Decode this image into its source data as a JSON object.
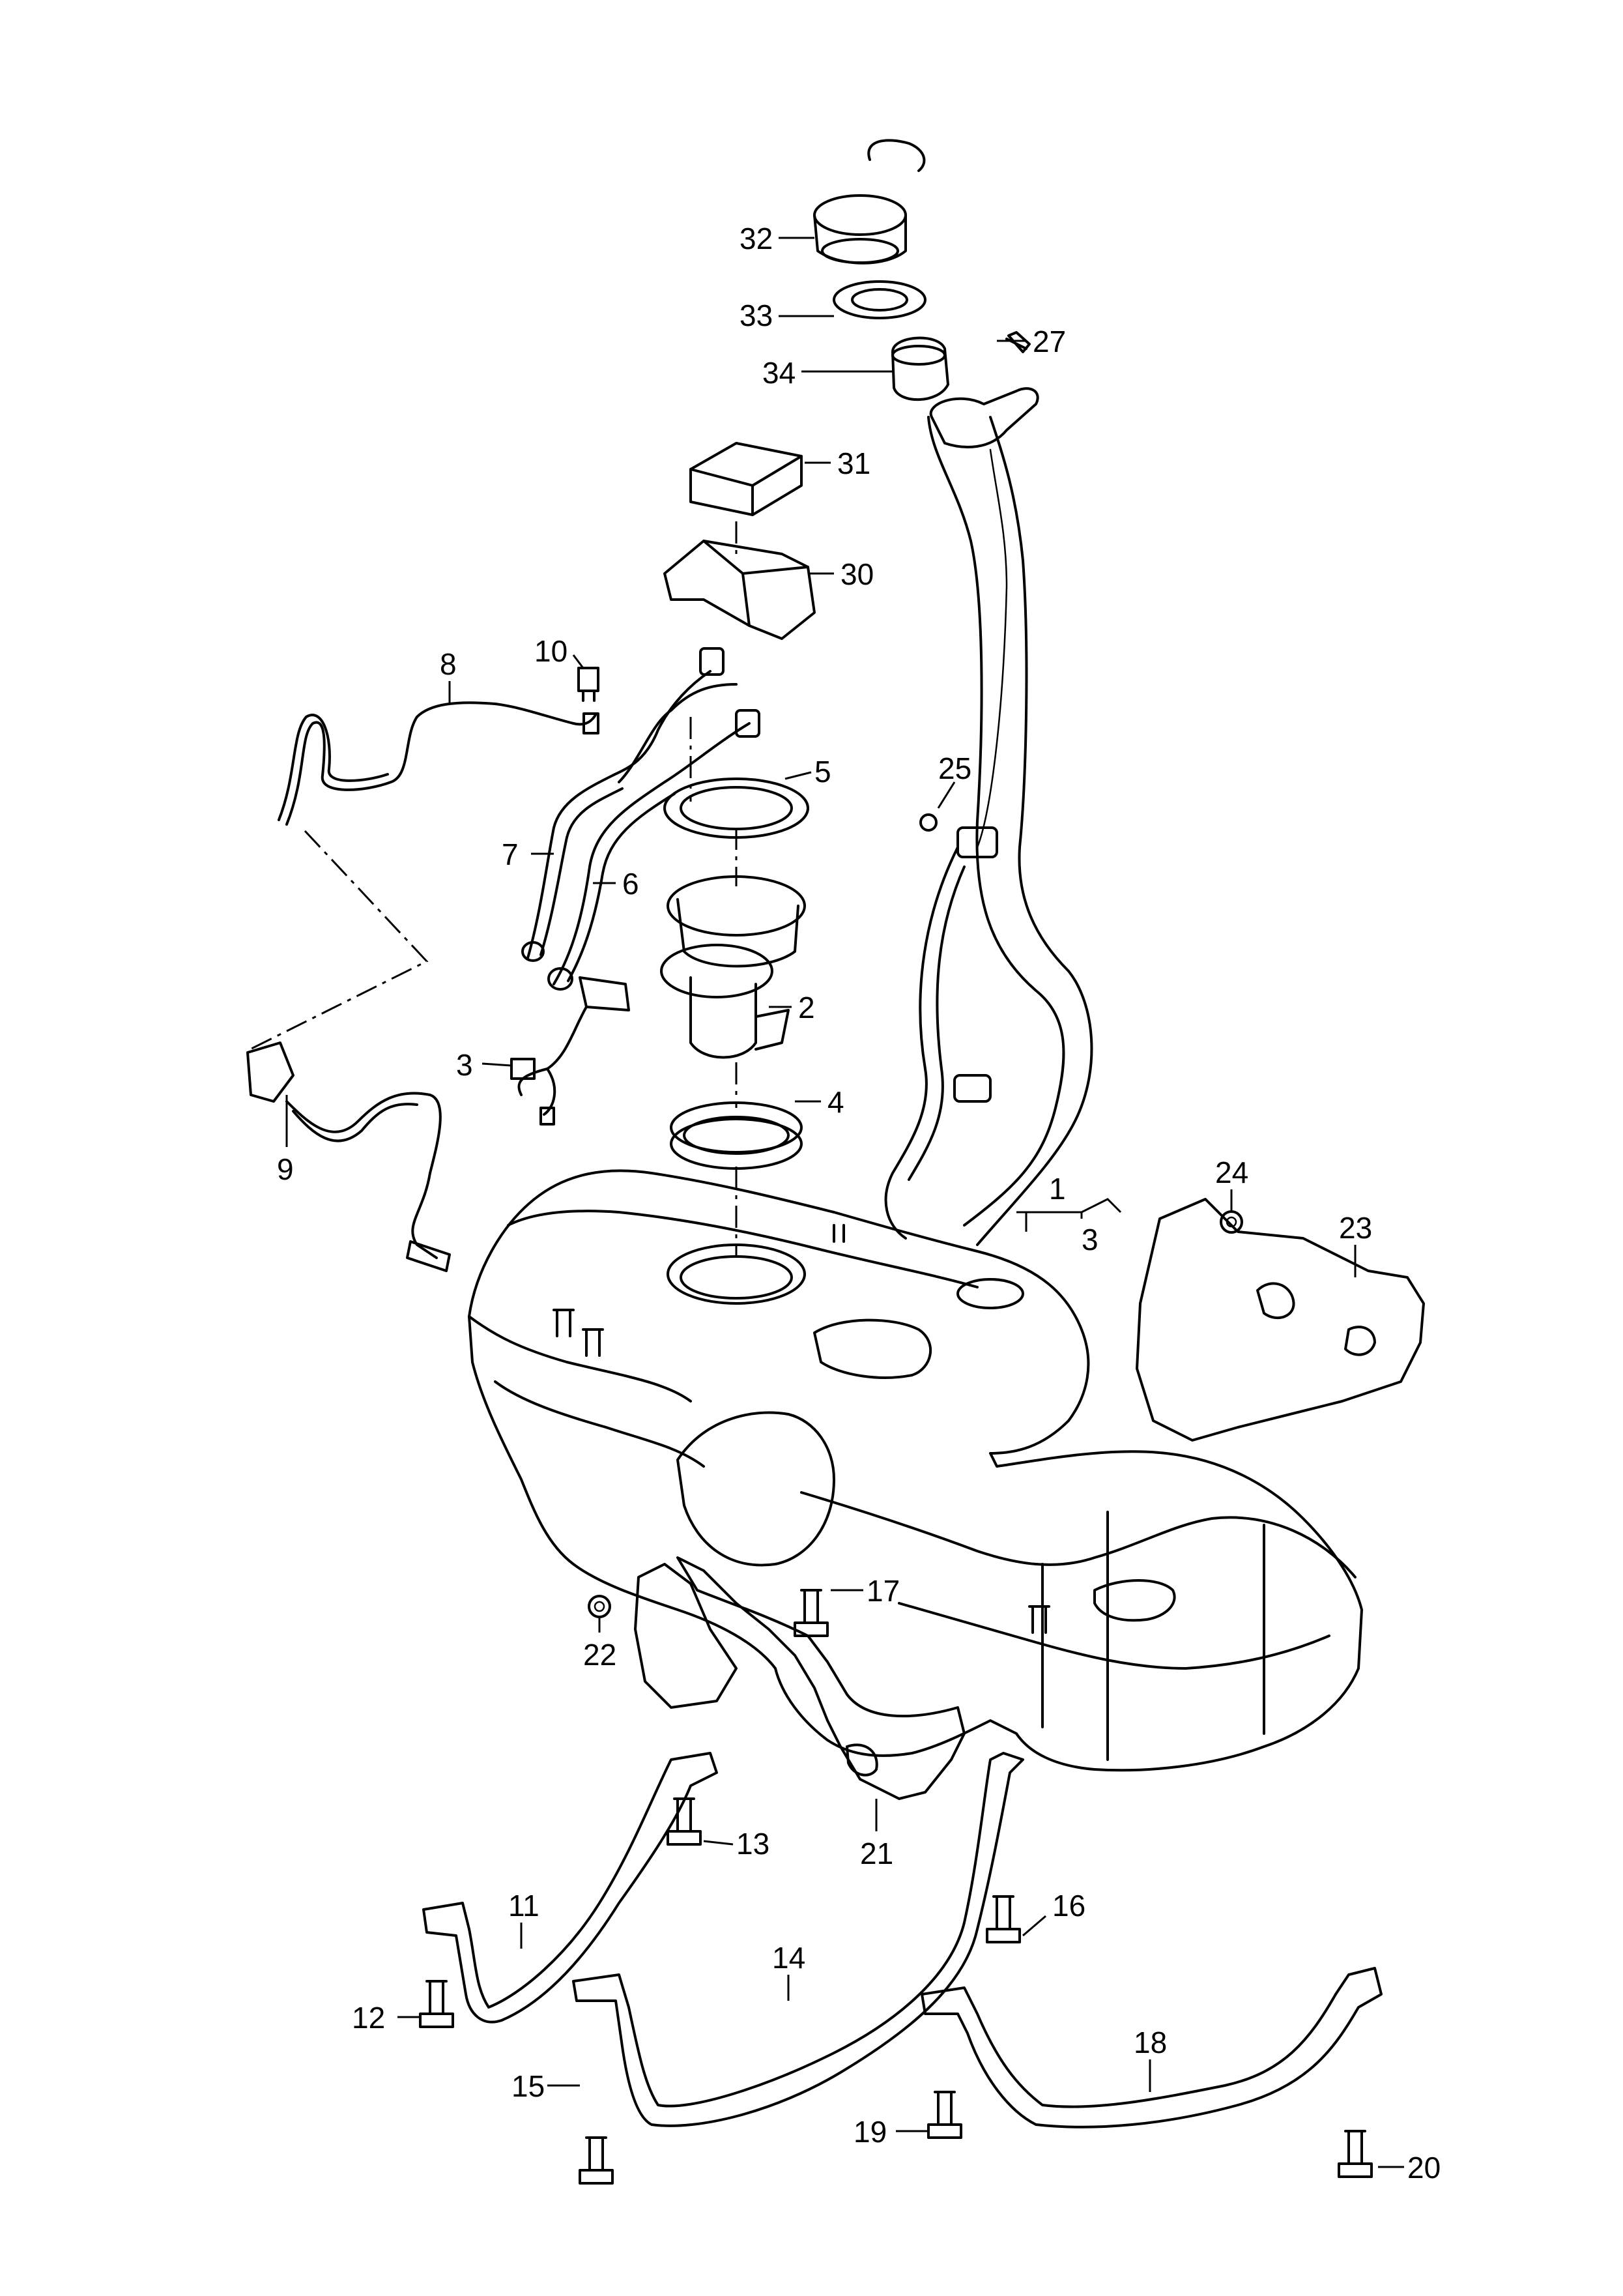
{
  "callouts": {
    "c1": "1",
    "c2": "2",
    "c3a": "3",
    "c3b": "3",
    "c4": "4",
    "c5": "5",
    "c6": "6",
    "c7": "7",
    "c8": "8",
    "c9": "9",
    "c10": "10",
    "c11": "11",
    "c12": "12",
    "c13": "13",
    "c14": "14",
    "c15": "15",
    "c16": "16",
    "c17": "17",
    "c18": "18",
    "c19": "19",
    "c20": "20",
    "c21": "21",
    "c22": "22",
    "c23": "23",
    "c24": "24",
    "c25": "25",
    "c27": "27",
    "c30": "30",
    "c31": "31",
    "c32": "32",
    "c33": "33",
    "c34": "34"
  }
}
